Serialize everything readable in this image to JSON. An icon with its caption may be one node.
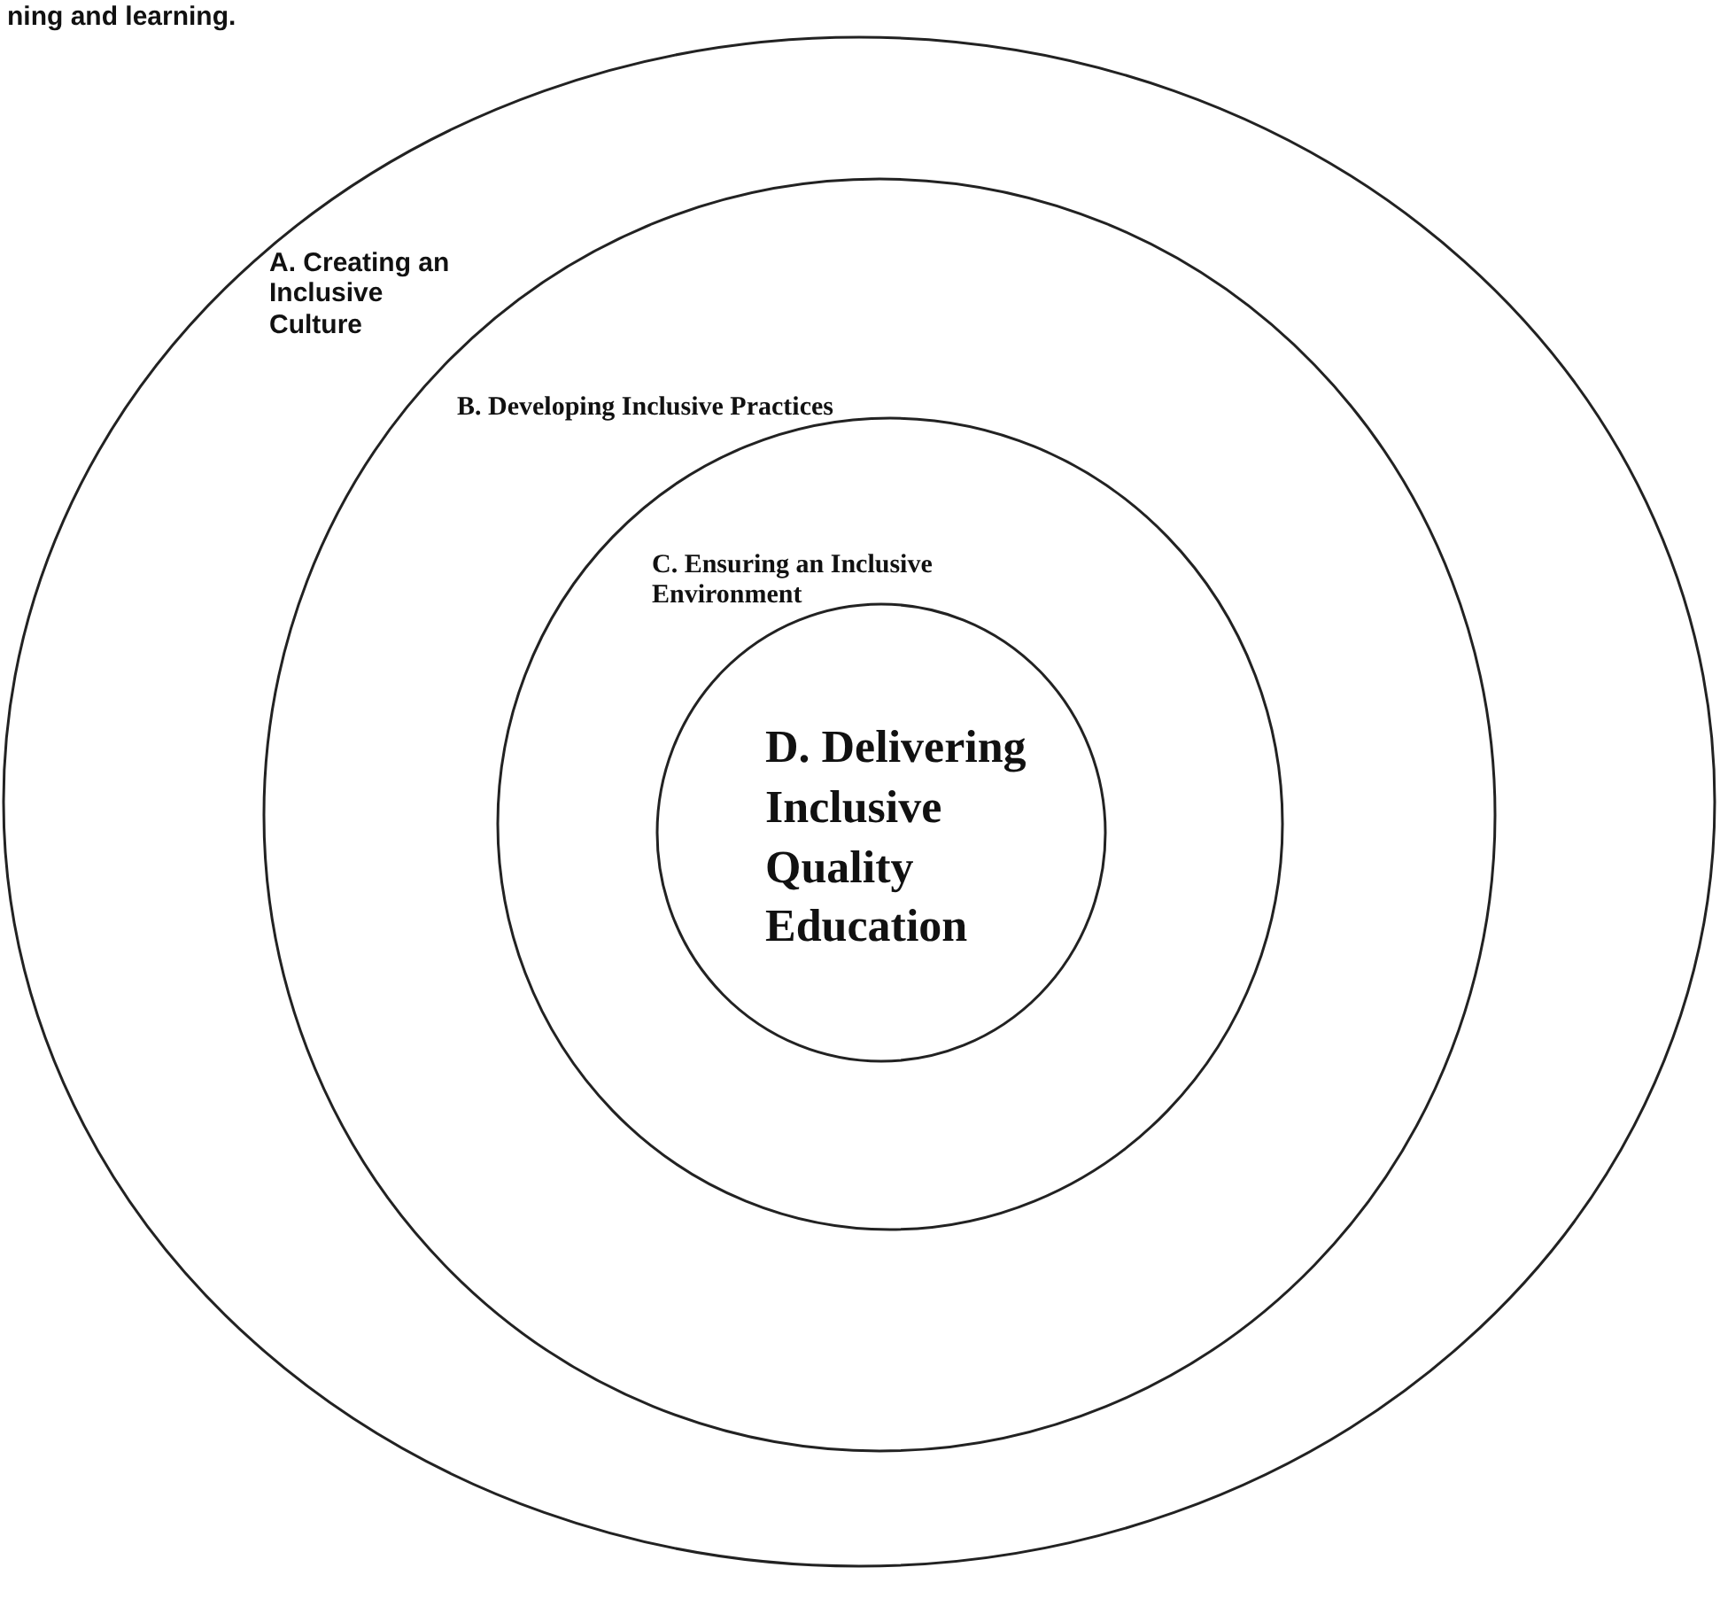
{
  "diagram": {
    "nodes": [
      {
        "text": [
          "A. Creating an Inclusive Culture"
        ]
      },
      {
        "text": [
          "B. Developing Inclusive Practices"
        ],
        "in": 0
      },
      {
        "text": [
          "C. Ensuring an Inclusive Environment"
        ],
        "in": 1
      },
      {
        "text": [
          "D. Delivering Inclusive Quality Education"
        ],
        "in": 2
      }
    ],
    "labels": [
      "ning and learning."
    ]
  }
}
